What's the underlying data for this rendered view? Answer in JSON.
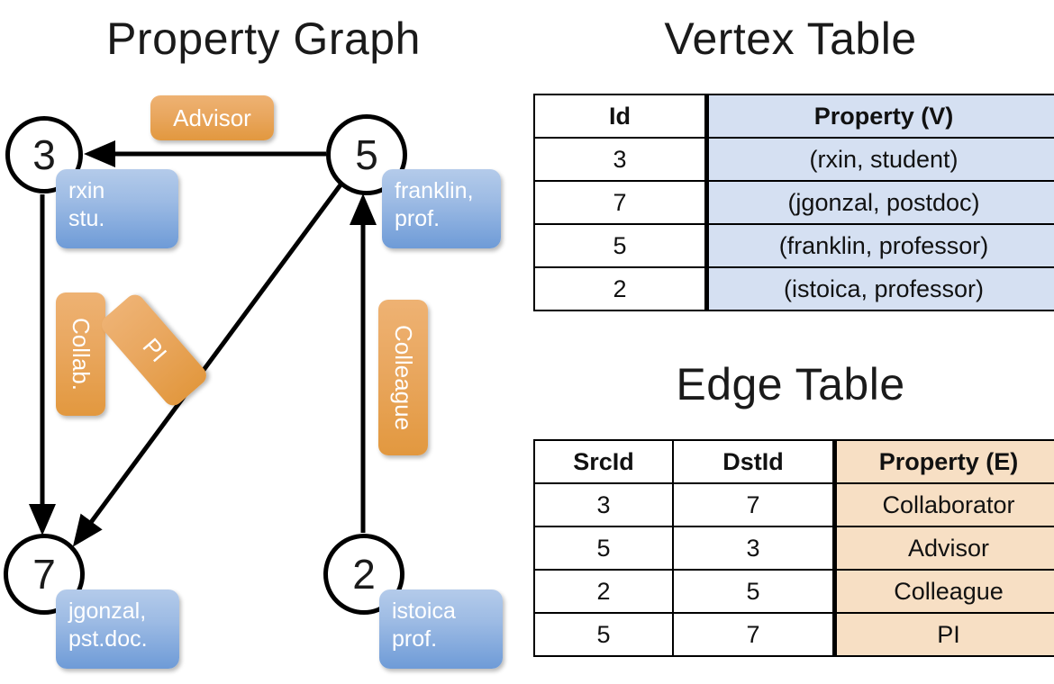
{
  "titles": {
    "property_graph": "Property Graph",
    "vertex_table": "Vertex Table",
    "edge_table": "Edge Table"
  },
  "graph": {
    "nodes": [
      {
        "id": "3",
        "property": "rxin\nstu."
      },
      {
        "id": "5",
        "property": "franklin,\nprof."
      },
      {
        "id": "7",
        "property": "jgonzal,\npst.doc."
      },
      {
        "id": "2",
        "property": "istoica\nprof."
      }
    ],
    "node_labels": {
      "n3": "3",
      "n5": "5",
      "n7": "7",
      "n2": "2"
    },
    "property_boxes": {
      "rxin_line1": "rxin",
      "rxin_line2": "stu.",
      "franklin_line1": "franklin,",
      "franklin_line2": "prof.",
      "jgonzal_line1": "jgonzal,",
      "jgonzal_line2": "pst.doc.",
      "istoica_line1": "istoica",
      "istoica_line2": "prof."
    },
    "edge_labels": {
      "advisor": "Advisor",
      "collab": "Collab.",
      "pi": "PI",
      "colleague": "Colleague"
    },
    "edges": [
      {
        "src": "5",
        "dst": "3",
        "label": "Advisor"
      },
      {
        "src": "3",
        "dst": "7",
        "label": "Collab."
      },
      {
        "src": "5",
        "dst": "7",
        "label": "PI"
      },
      {
        "src": "2",
        "dst": "5",
        "label": "Colleague"
      }
    ]
  },
  "vertex_table": {
    "headers": [
      "Id",
      "Property (V)"
    ],
    "rows": [
      {
        "id": "3",
        "property": "(rxin, student)"
      },
      {
        "id": "7",
        "property": "(jgonzal, postdoc)"
      },
      {
        "id": "5",
        "property": "(franklin, professor)"
      },
      {
        "id": "2",
        "property": "(istoica, professor)"
      }
    ]
  },
  "edge_table": {
    "headers": [
      "SrcId",
      "DstId",
      "Property (E)"
    ],
    "rows": [
      {
        "src": "3",
        "dst": "7",
        "property": "Collaborator"
      },
      {
        "src": "5",
        "dst": "3",
        "property": "Advisor"
      },
      {
        "src": "2",
        "dst": "5",
        "property": "Colleague"
      },
      {
        "src": "5",
        "dst": "7",
        "property": "PI"
      }
    ]
  },
  "colors": {
    "vertex_property_fill": "#d5e0f2",
    "edge_property_fill": "#f7dfc4",
    "node_bubble_blue": "#6e9bd7",
    "edge_chip_orange": "#e9a75f",
    "stroke": "#000000",
    "background": "#ffffff"
  }
}
